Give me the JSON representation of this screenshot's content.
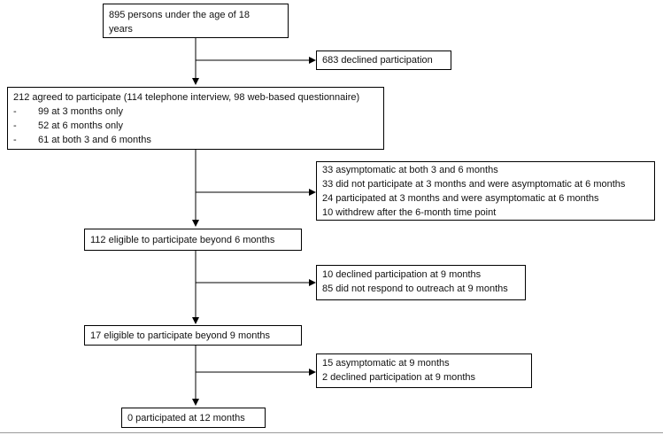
{
  "start": {
    "text": [
      "895 persons under the age of 18",
      "years"
    ]
  },
  "declined_initial": {
    "text": "683 declined participation"
  },
  "agreed": {
    "text": "212 agreed to participate (114 telephone interview, 98 web-based questionnaire)",
    "bullet_marker": "-",
    "items": [
      "99 at 3 months only",
      "52 at 6 months only",
      "61 at both 3 and 6 months"
    ]
  },
  "excluded_6m": {
    "lines": [
      "33 asymptomatic at both 3 and 6 months",
      "33 did not participate at 3 months and were asymptomatic at 6 months",
      "24 participated at 3 months and were asymptomatic at 6 months",
      "10 withdrew after the 6-month time point"
    ]
  },
  "eligible_6m": {
    "text": "112 eligible to participate beyond 6 months"
  },
  "excluded_9m": {
    "lines": [
      "10 declined participation at 9 months",
      "85 did not respond to outreach at 9 months"
    ]
  },
  "eligible_9m": {
    "text": "17 eligible to participate beyond 9 months"
  },
  "excluded_12m": {
    "lines": [
      "15 asymptomatic at 9 months",
      "2 declined participation at 9 months"
    ]
  },
  "participated_12m": {
    "text": "0 participated at 12 months"
  }
}
